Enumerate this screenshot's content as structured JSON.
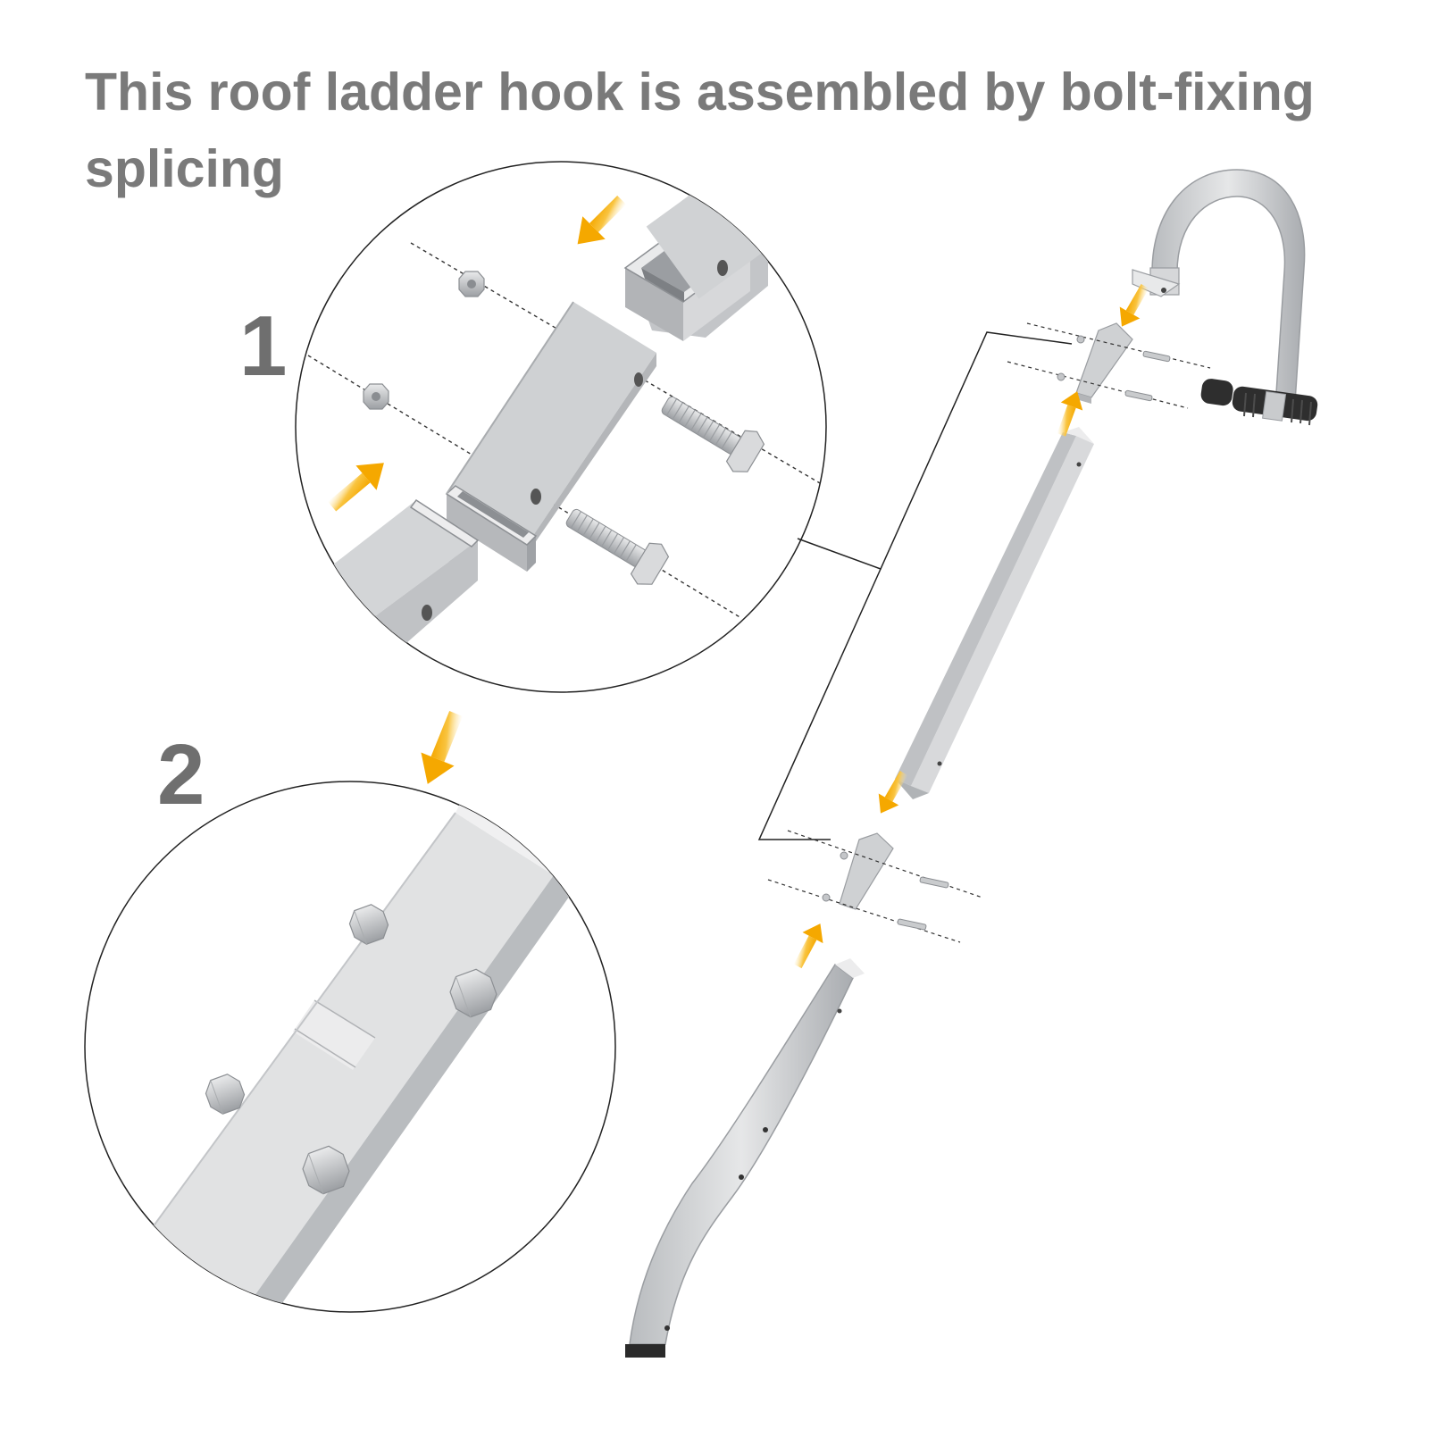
{
  "headline": "This roof ladder hook is assembled by bolt-fixing splicing",
  "steps": [
    {
      "number": "1"
    },
    {
      "number": "2"
    }
  ],
  "colors": {
    "headline": "#7a7a7a",
    "step_number": "#6f6f6f",
    "metal": "#c9cbcd",
    "metal_light": "#e4e5e6",
    "metal_dark": "#9ea1a4",
    "arrow": "#f7b21b",
    "rubber": "#2e2e2e",
    "line": "#222222"
  },
  "icons": [
    "arrow-icon",
    "hex-nut-icon",
    "bolt-icon"
  ]
}
